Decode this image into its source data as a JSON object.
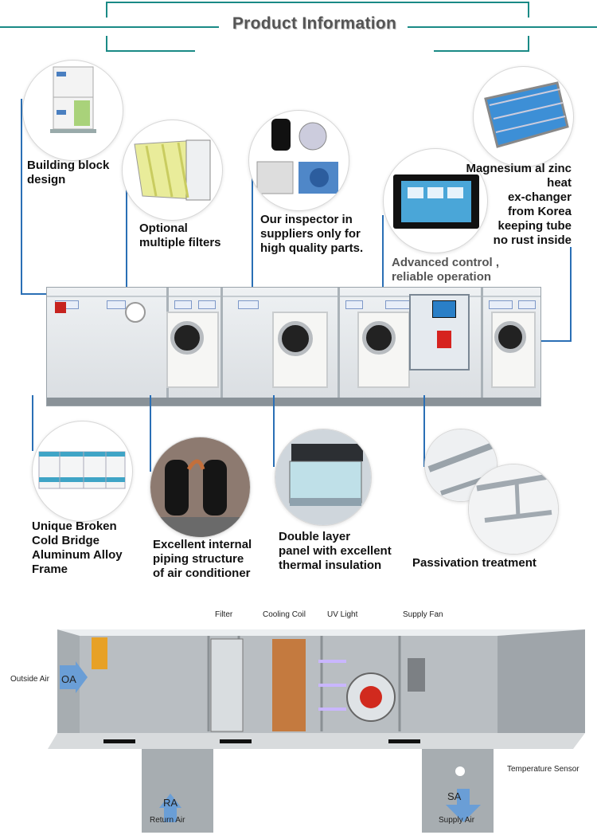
{
  "header": {
    "title": "Product  Information"
  },
  "features_top": [
    {
      "id": "building-block",
      "label": "Building block\ndesign"
    },
    {
      "id": "filters",
      "label": "Optional\nmultiple filters"
    },
    {
      "id": "inspector",
      "label": "Our inspector in\nsuppliers only for\nhigh quality parts."
    },
    {
      "id": "control",
      "label": "Advanced control ,\nreliable operation"
    },
    {
      "id": "heat-exchanger",
      "label": "Magnesium al zinc\nheat\nex-changer\nfrom Korea\nkeeping tube\nno rust inside"
    }
  ],
  "features_bottom": [
    {
      "id": "frame",
      "label": "Unique Broken\nCold Bridge\nAluminum Alloy\nFrame"
    },
    {
      "id": "piping",
      "label": "Excellent internal\npiping structure\nof air conditioner"
    },
    {
      "id": "panel",
      "label": "Double layer\npanel with excellent\nthermal insulation"
    },
    {
      "id": "passivation",
      "label": "Passivation treatment"
    }
  ],
  "diagram": {
    "components": [
      "Filter",
      "Cooling Coil",
      "UV Light",
      "Supply Fan"
    ],
    "outside_air": {
      "label": "Outside Air",
      "badge": "OA"
    },
    "return_air": {
      "label": "Return Air",
      "badge": "RA"
    },
    "supply_air": {
      "label": "Supply Air",
      "badge": "SA"
    },
    "sensor": "Temperature Sensor"
  },
  "colors": {
    "teal": "#1a8a86",
    "blue": "#2a6fb5",
    "badge_blue": "#6a9ed6"
  }
}
